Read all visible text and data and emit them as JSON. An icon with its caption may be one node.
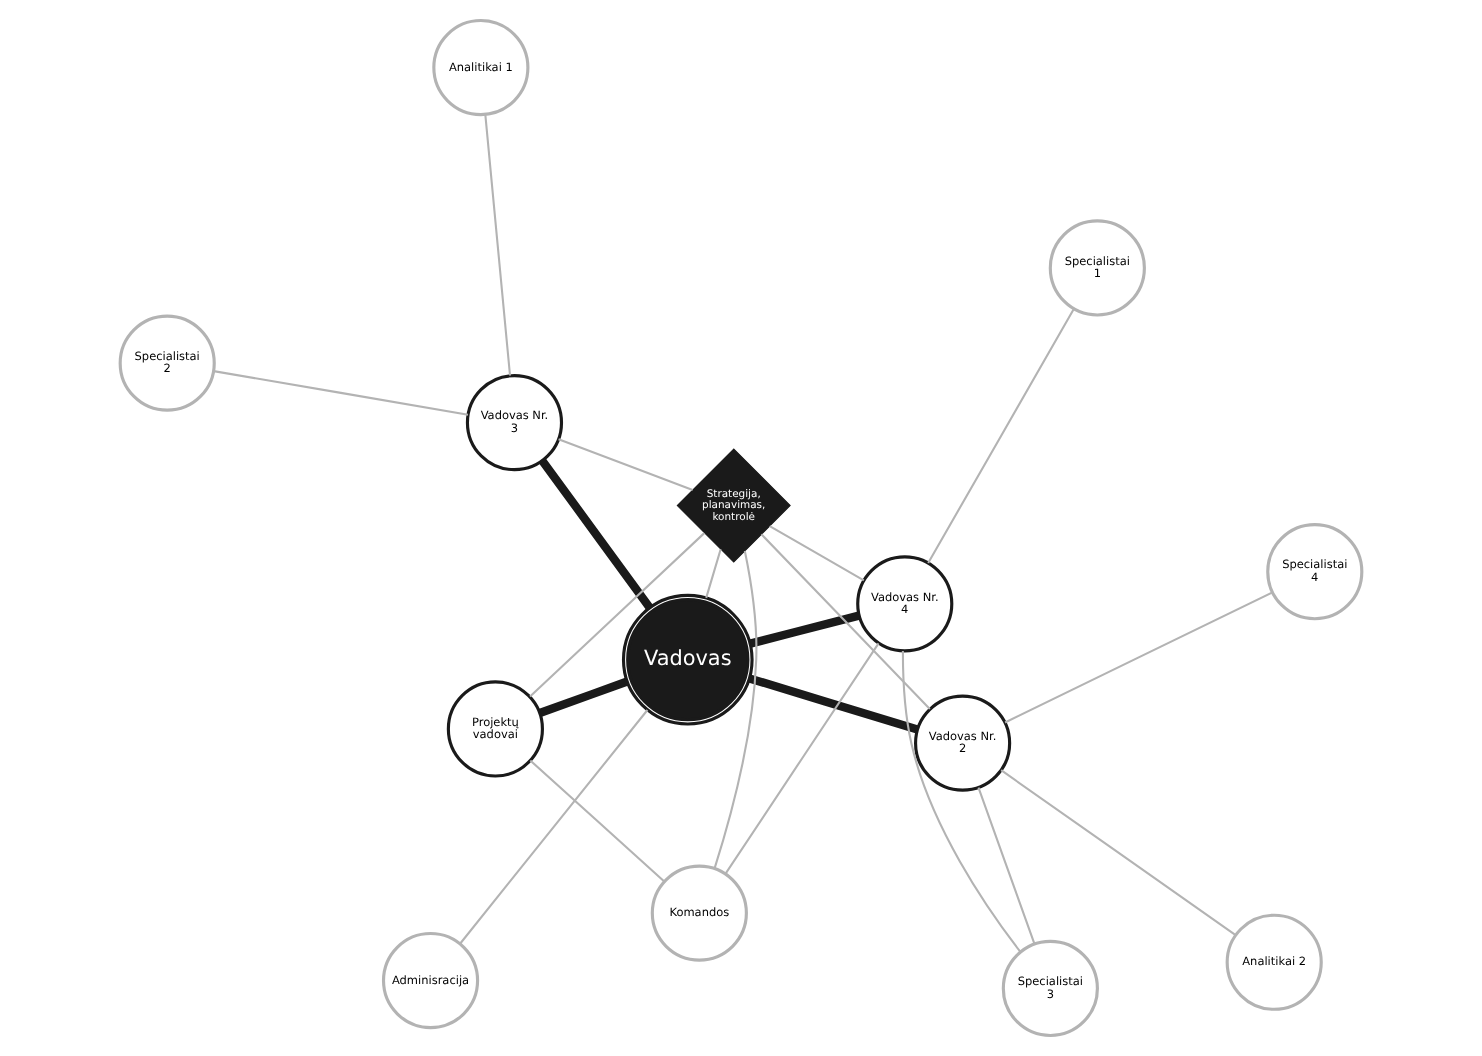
{
  "diagram": {
    "nodes": [
      {
        "text": [
          "Vadovas"
        ]
      },
      {
        "text": [
          "Specialistai 1"
        ]
      },
      {
        "text": [
          "Komandos"
        ]
      },
      {
        "text": [
          "Vadovas Nr. 4"
        ]
      },
      {
        "text": [
          "Analitikai 1"
        ]
      },
      {
        "text": [
          "Vadovas Nr. 3"
        ]
      },
      {
        "text": [
          "Specialistai 2"
        ]
      },
      {
        "text": [
          "Analitikai 2"
        ]
      },
      {
        "text": [
          "Adminisracija"
        ]
      },
      {
        "text": [
          "Vadovas Nr. 2"
        ]
      },
      {
        "text": [
          "Specialistai 3"
        ]
      },
      {
        "text": [
          "Projektų vadovai"
        ]
      },
      {
        "text": [
          "Strategija, planavimas, kontrolė"
        ]
      },
      {
        "text": [
          "Specialistai 4"
        ]
      }
    ],
    "edges": [
      {
        "from": 0,
        "to": 3,
        "arrow": "none",
        "style": "thick",
        "color": "#1a1a1a"
      },
      {
        "from": 0,
        "to": 5,
        "arrow": "none",
        "style": "thick",
        "color": "#1a1a1a"
      },
      {
        "from": 0,
        "to": 9,
        "arrow": "none",
        "style": "thick",
        "color": "#1a1a1a"
      },
      {
        "from": 0,
        "to": 11,
        "arrow": "none",
        "style": "thick",
        "color": "#1a1a1a"
      },
      {
        "from": 3,
        "to": 1,
        "arrow": "none"
      },
      {
        "from": 3,
        "to": 2,
        "arrow": "none"
      },
      {
        "from": 5,
        "to": 4,
        "arrow": "none"
      },
      {
        "from": 5,
        "to": 6,
        "arrow": "none"
      },
      {
        "from": 9,
        "to": 7,
        "arrow": "none"
      },
      {
        "from": 9,
        "to": 10,
        "arrow": "none"
      },
      {
        "from": 9,
        "to": 13,
        "arrow": "none"
      },
      {
        "from": 8,
        "to": 0,
        "arrow": "none"
      },
      {
        "from": 3,
        "to": 10,
        "arrow": "none"
      },
      {
        "from": 2,
        "to": 11,
        "arrow": "none"
      },
      {
        "from": 2,
        "to": 12,
        "arrow": "none"
      },
      {
        "from": 3,
        "to": 12,
        "arrow": "none"
      },
      {
        "from": 0,
        "to": 12,
        "arrow": "none"
      },
      {
        "from": 5,
        "to": 12,
        "arrow": "none"
      },
      {
        "from": 9,
        "to": 12,
        "arrow": "none"
      },
      {
        "from": 11,
        "to": 12,
        "arrow": "none"
      }
    ]
  }
}
